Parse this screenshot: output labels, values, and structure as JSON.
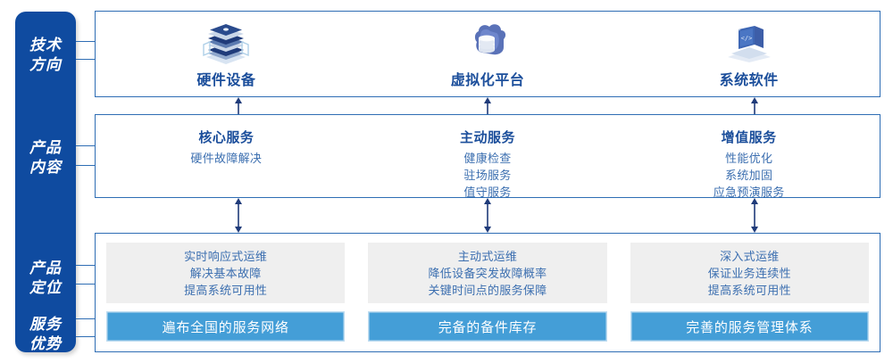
{
  "sidebar": {
    "labels": [
      {
        "name": "tech-direction",
        "line1": "技术",
        "line2": "方向"
      },
      {
        "name": "product-content",
        "line1": "产品",
        "line2": "内容"
      },
      {
        "name": "product-position",
        "line1": "产品",
        "line2": "定位"
      },
      {
        "name": "service-advantage",
        "line1": "服务",
        "line2": "优势"
      }
    ]
  },
  "tech_row": {
    "columns": [
      {
        "icon": "server-stack-icon",
        "title": "硬件设备"
      },
      {
        "icon": "cloud-database-icon",
        "title": "虚拟化平台"
      },
      {
        "icon": "laptop-code-icon",
        "title": "系统软件"
      }
    ]
  },
  "content_row": {
    "columns": [
      {
        "title": "核心服务",
        "items": [
          "硬件故障解决"
        ]
      },
      {
        "title": "主动服务",
        "items": [
          "健康检查",
          "驻场服务",
          "值守服务"
        ]
      },
      {
        "title": "增值服务",
        "items": [
          "性能优化",
          "系统加固",
          "应急预演服务"
        ]
      }
    ]
  },
  "position_row": {
    "cards": [
      {
        "lines": [
          "实时响应式运维",
          "解决基本故障",
          "提高系统可用性"
        ]
      },
      {
        "lines": [
          "主动式运维",
          "降低设备突发故障概率",
          "关键时间点的服务保障"
        ]
      },
      {
        "lines": [
          "深入式运维",
          "保证业务连续性",
          "提高系统可用性"
        ]
      }
    ]
  },
  "advantage_row": {
    "bars": [
      {
        "label": "遍布全国的服务网络"
      },
      {
        "label": "完备的备件库存"
      },
      {
        "label": "完善的服务管理体系"
      }
    ]
  },
  "colors": {
    "sidebar_blue": "#0F4BA0",
    "border_blue": "#2E6DB4",
    "title_blue": "#1B4E9B",
    "text_blue": "#3C6FB0",
    "bar_blue": "#449ED7",
    "card_gray": "#EFEFEF"
  }
}
